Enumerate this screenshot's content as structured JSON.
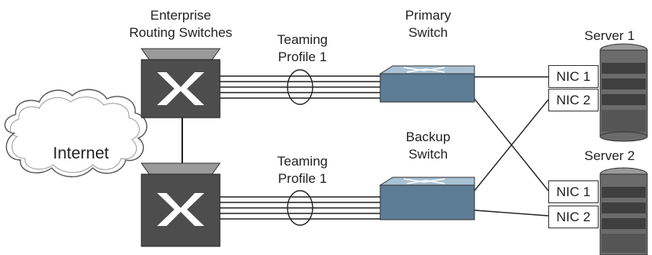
{
  "labels": {
    "enterprise_line1": "Enterprise",
    "enterprise_line2": "Routing Switches",
    "teaming_top_line1": "Teaming",
    "teaming_top_line2": "Profile 1",
    "teaming_bottom_line1": "Teaming",
    "teaming_bottom_line2": "Profile 1",
    "primary_line1": "Primary",
    "primary_line2": "Switch",
    "backup_line1": "Backup",
    "backup_line2": "Switch",
    "server1": "Server 1",
    "server2": "Server 2",
    "internet": "Internet"
  },
  "nics": {
    "server1_nic1": "NIC 1",
    "server1_nic2": "NIC 2",
    "server2_nic1": "NIC 1",
    "server2_nic2": "NIC 2"
  },
  "colors": {
    "router_face": "#4d4d4d",
    "router_top": "#9a9a9a",
    "router_side": "#6e6e6e",
    "switch_face": "#5d7c95",
    "switch_top": "#a9c2d4",
    "server_body": "#6b6b6b"
  }
}
